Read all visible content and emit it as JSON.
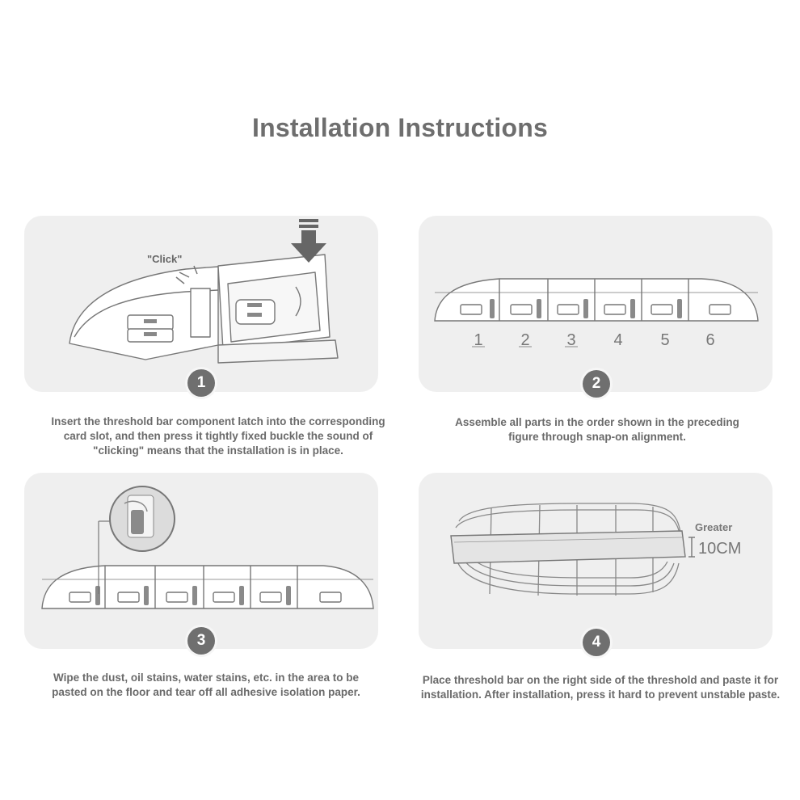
{
  "title": "Installation Instructions",
  "steps": [
    {
      "number": "1",
      "label": "\"Click\"",
      "caption": "Insert the threshold bar component latch into the corresponding card slot, and then press it tightly fixed buckle the sound of \"clicking\" means that the installation is in place."
    },
    {
      "number": "2",
      "part_numbers": [
        "1",
        "2",
        "3",
        "4",
        "5",
        "6"
      ],
      "caption": "Assemble all parts in the order shown in the preceding figure through snap-on alignment."
    },
    {
      "number": "3",
      "caption": "Wipe the dust, oil stains, water stains, etc. in the area to be pasted on the floor and tear off all adhesive isolation paper."
    },
    {
      "number": "4",
      "measure_label": "Greater",
      "measure_value": "10CM",
      "caption": "Place threshold bar on the right side of the threshold and paste it for installation. After installation, press it hard to prevent unstable paste."
    }
  ],
  "colors": {
    "panel": "#efefef",
    "badge": "#6f6f6f",
    "text": "#6a6a6a",
    "line": "#777777"
  }
}
